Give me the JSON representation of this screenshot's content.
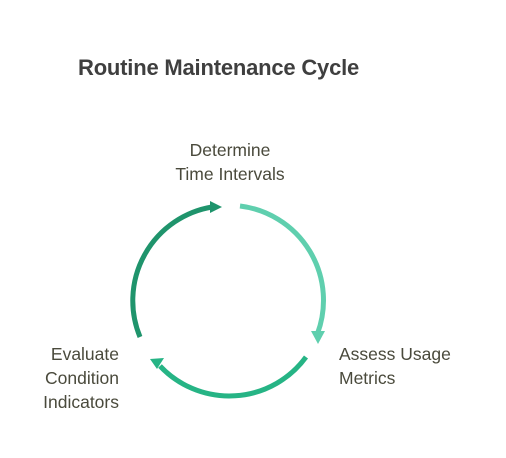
{
  "title": "Routine Maintenance Cycle",
  "steps": [
    {
      "lines": [
        "Determine",
        "Time Intervals"
      ]
    },
    {
      "lines": [
        "Assess Usage",
        "Metrics"
      ]
    },
    {
      "lines": [
        "Evaluate",
        "Condition",
        "Indicators"
      ]
    }
  ],
  "colors": {
    "arc_right": "#5fcfae",
    "arc_bottom": "#26b485",
    "arc_left": "#1f946c",
    "title": "#3f3f3f",
    "label": "#4a4a3c"
  }
}
